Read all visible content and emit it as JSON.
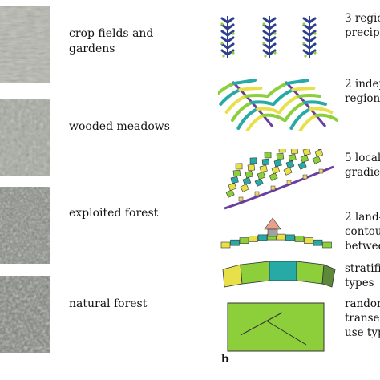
{
  "colors": {
    "pine_blue": "#2f3f8f",
    "branch_purple": "#6b3fa0",
    "segment_green": "#8ccf3a",
    "segment_teal": "#27a9a6",
    "segment_yellow": "#e8e048",
    "segment_olive": "#5d8a3a",
    "hut_pink": "#e8a08a",
    "hut_gray": "#a0a0a0",
    "rect_fill": "#8ccf3a",
    "crop_photo": "#b5b7ae",
    "meadow_photo": "#a6aaa0",
    "exploited_photo": "#848a80",
    "natural_photo": "#7c8278"
  },
  "land_use_types": [
    {
      "id": "crop",
      "label": "crop fields and gardens",
      "icon": "crop-fields-photo"
    },
    {
      "id": "meadow",
      "label": "wooded meadows",
      "icon": "wooded-meadow-photo"
    },
    {
      "id": "exploited",
      "label": "exploited forest",
      "icon": "exploited-forest-photo"
    },
    {
      "id": "natural",
      "label": "natural forest",
      "icon": "natural-forest-photo"
    }
  ],
  "panel_b_label": "b",
  "sampling_designs": [
    {
      "id": "design1",
      "lines": [
        "3 regio",
        "precipo"
      ],
      "icon": "pine-trees-glyph"
    },
    {
      "id": "design2",
      "lines": [
        "2 indep",
        "regiona"
      ],
      "icon": "fern-fronds-glyph"
    },
    {
      "id": "design3",
      "lines": [
        "5 local",
        "gradie"
      ],
      "icon": "branching-gradient-glyph"
    },
    {
      "id": "design4",
      "lines": [
        "2 land-",
        "contou",
        "betwee"
      ],
      "icon": "contour-transect-glyph"
    },
    {
      "id": "design5",
      "lines": [
        "stratifi",
        "types"
      ],
      "icon": "stratified-segments-glyph"
    },
    {
      "id": "design6",
      "lines": [
        "random",
        "transe",
        "use typ"
      ],
      "icon": "random-transect-glyph"
    }
  ]
}
